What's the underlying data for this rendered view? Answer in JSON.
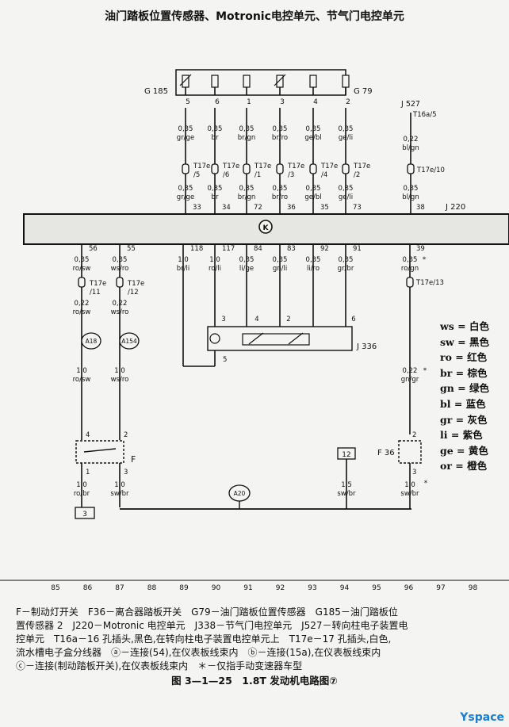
{
  "title": "油门踏板位置传感器、Motronic电控单元、节气门电控单元",
  "sensors": {
    "g185": "G 185",
    "g79": "G 79"
  },
  "top_wires": [
    {
      "pin": "5",
      "size": "0,35",
      "color": "gr/ge",
      "conn": "T17e",
      "sub": "/5",
      "ecu_pin": "33"
    },
    {
      "pin": "6",
      "size": "0,35",
      "color": "br",
      "conn": "T17e",
      "sub": "/6",
      "ecu_pin": "34"
    },
    {
      "pin": "1",
      "size": "0,35",
      "color": "br/gn",
      "conn": "T17e",
      "sub": "/1",
      "ecu_pin": "72"
    },
    {
      "pin": "3",
      "size": "0,35",
      "color": "br/ro",
      "conn": "T17e",
      "sub": "/3",
      "ecu_pin": "36"
    },
    {
      "pin": "4",
      "size": "0,35",
      "color": "ge/bl",
      "conn": "T17e",
      "sub": "/4",
      "ecu_pin": "35"
    },
    {
      "pin": "2",
      "size": "0,35",
      "color": "ge/li",
      "conn": "T17e",
      "sub": "/2",
      "ecu_pin": "73"
    }
  ],
  "j527": {
    "label": "J 527",
    "conn": "T16a/5",
    "size": "0,22",
    "color": "bl/gn",
    "conn2": "T17e/10",
    "size2": "0,35",
    "color2": "bl/gn",
    "ecu_pin": "38"
  },
  "ecu": {
    "label": "J 220",
    "symbol": "K"
  },
  "left_wires": [
    {
      "ecu_pin": "56",
      "size": "0,35",
      "color": "ro/sw",
      "conn": "T17e",
      "sub": "/11",
      "size2": "0,22",
      "color2": "ro/sw",
      "conn_ref": "A18",
      "size3": "1,0",
      "color3": "ro/sw",
      "pin_top": "4",
      "pin_bot": "1",
      "size4": "1,0",
      "color4": "ro/br"
    },
    {
      "ecu_pin": "55",
      "size": "0,35",
      "color": "ws/ro",
      "conn": "T17e",
      "sub": "/12",
      "size2": "0,22",
      "color2": "ws/ro",
      "conn_ref": "A154",
      "size3": "1,0",
      "color3": "ws/ro",
      "pin_top": "2",
      "pin_bot": "3",
      "size4": "1,0",
      "color4": "sw/br"
    }
  ],
  "mid_wires": [
    {
      "ecu_pin": "118",
      "size": "1,0",
      "color": "br/li"
    },
    {
      "ecu_pin": "117",
      "size": "1,0",
      "color": "ro/li"
    },
    {
      "ecu_pin": "84",
      "size": "0,35",
      "color": "li/ge"
    },
    {
      "ecu_pin": "83",
      "size": "0,35",
      "color": "gn/li"
    },
    {
      "ecu_pin": "92",
      "size": "0,35",
      "color": "li/ro"
    },
    {
      "ecu_pin": "91",
      "size": "0,35",
      "color": "gr/br"
    }
  ],
  "j338": {
    "label": "J 336",
    "pins": [
      "3",
      "4",
      "2",
      "6"
    ],
    "pin_bottom": "5"
  },
  "right_wire": {
    "ecu_pin": "39",
    "size": "0,35",
    "color": "ro/gn",
    "star": "*",
    "conn": "T17e/13",
    "size2": "0,22",
    "color2": "gn/gr",
    "star2": "*",
    "pin_top": "2",
    "pin_bot": "3",
    "size3": "1,0",
    "color3": "sw/br",
    "star3": "*"
  },
  "f_label": "F",
  "f36_label": "F 36",
  "fuse": {
    "num": "12",
    "size": "1,5",
    "color": "sw/br"
  },
  "ground": "A20",
  "box3": "3",
  "legend": [
    "ws = 白色",
    "sw = 黑色",
    "ro = 红色",
    "br = 棕色",
    "gn = 绿色",
    "bl = 蓝色",
    "gr = 灰色",
    "li = 紫色",
    "ge = 黄色",
    "or = 橙色"
  ],
  "track": [
    "85",
    "86",
    "87",
    "88",
    "89",
    "90",
    "91",
    "92",
    "93",
    "94",
    "95",
    "96",
    "97",
    "98"
  ],
  "caption": [
    "F－制动灯开关　F36－离合器踏板开关　G79－油门踏板位置传感器　G185－油门踏板位",
    "置传感器 2　J220－Motronic 电控单元　J338－节气门电控单元　J527－转向柱电子装置电",
    "控单元　T16a－16 孔插头,黑色,在转向柱电子装置电控单元上　T17e－17 孔插头,白色,",
    "流水槽电子盒分线器　ⓐ－连接(54),在仪表板线束内　ⓑ－连接(15a),在仪表板线束内",
    "ⓒ－连接(制动踏板开关),在仪表板线束内　＊－仅指手动变速器车型"
  ],
  "figure": "图 3—1—25　1.8T 发动机电路图⑦",
  "logo": "Yspace"
}
